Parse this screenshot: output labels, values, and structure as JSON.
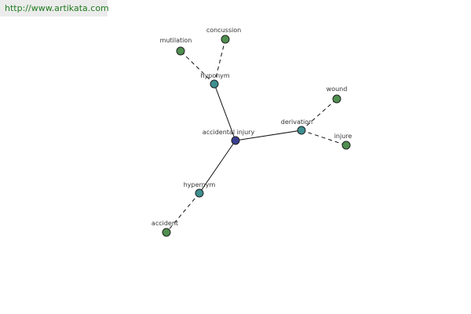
{
  "source": {
    "url": "http://www.artikata.com"
  },
  "graph": {
    "center": {
      "label": "accidental injury"
    },
    "relations": [
      {
        "label": "hyponym",
        "children": [
          "mutilation",
          "concussion"
        ]
      },
      {
        "label": "derivation",
        "children": [
          "wound",
          "injure"
        ]
      },
      {
        "label": "hypernym",
        "children": [
          "accident"
        ]
      }
    ]
  },
  "colors": {
    "center_node": "#3a3f8f",
    "relation_node": "#3e8f8f",
    "leaf_node": "#4f8f4f",
    "edge": "#111111",
    "node_stroke": "#222222",
    "label_text": "#333333",
    "link": "#1f7a1f"
  }
}
